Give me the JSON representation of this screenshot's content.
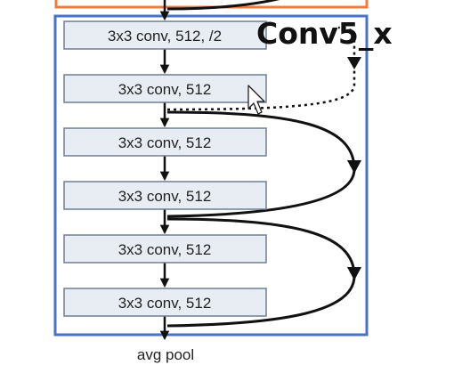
{
  "title": "Conv5_x",
  "blocks": [
    "3x3 conv, 512, /2",
    "3x3 conv, 512",
    "3x3 conv, 512",
    "3x3 conv, 512",
    "3x3 conv, 512",
    "3x3 conv, 512"
  ],
  "footer_label": "avg pool",
  "colors": {
    "stage_border": "#4a72c4",
    "prev_stage_border": "#f07c3c",
    "block_fill": "#e8edf3",
    "block_border": "#6f7f94",
    "arrow": "#111111"
  },
  "icons": {
    "cursor": "mouse-pointer-icon"
  }
}
